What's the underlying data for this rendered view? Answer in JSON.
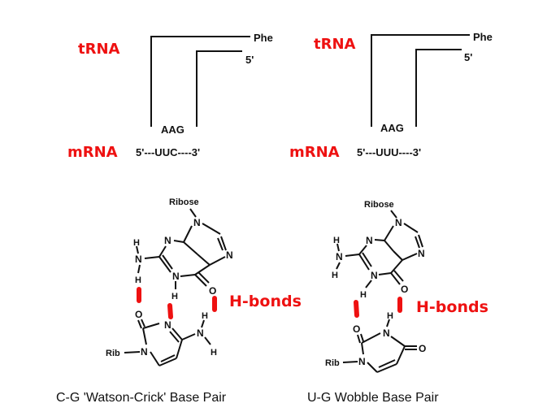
{
  "left_panel": {
    "trna_label": "tRNA",
    "amino_acid": "Phe",
    "five_prime": "5'",
    "anticodon": "AAG",
    "mrna_label": "mRNA",
    "mrna_sequence": "5'---UUC----3'",
    "hbond_label": "H-bonds",
    "caption": "C-G 'Watson-Crick' Base Pair",
    "atoms": {
      "ribose": "Ribose",
      "rib": "Rib",
      "n": "N",
      "o": "O",
      "h": "H"
    }
  },
  "right_panel": {
    "trna_label": "tRNA",
    "amino_acid": "Phe",
    "five_prime": "5'",
    "anticodon": "AAG",
    "mrna_label": "mRNA",
    "mrna_sequence": "5'---UUU----3'",
    "hbond_label": "H-bonds",
    "caption": "U-G Wobble Base Pair",
    "atoms": {
      "ribose": "Ribose",
      "rib": "Rib",
      "n": "N",
      "o": "O",
      "h": "H"
    }
  },
  "colors": {
    "label_red": "#ee1111",
    "ink": "#111111",
    "background": "#ffffff"
  }
}
